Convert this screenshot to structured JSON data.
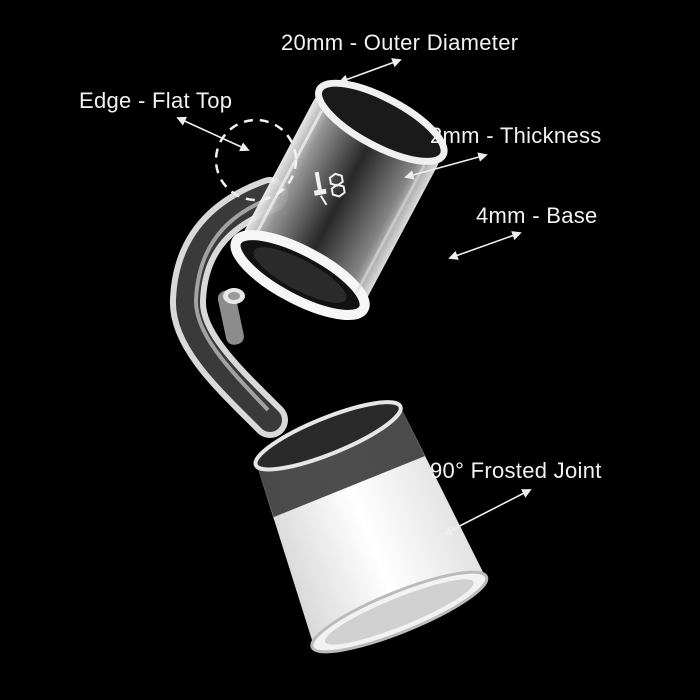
{
  "image": {
    "subject": "quartz banger nail product photo",
    "background_color": "#000000",
    "text_color": "#f2f2f2"
  },
  "annotations": [
    {
      "id": "outer-diameter",
      "text": "20mm - Outer Diameter"
    },
    {
      "id": "edge",
      "text": "Edge - Flat Top"
    },
    {
      "id": "thickness",
      "text": "2mm - Thickness"
    },
    {
      "id": "base",
      "text": "4mm - Base"
    },
    {
      "id": "joint",
      "text": "90° Frosted Joint"
    }
  ],
  "icons": {
    "logo": "honeycomb-dabber-logo-icon",
    "edge_highlight": "dashed-circle-icon",
    "pointer": "double-arrow-icon"
  }
}
